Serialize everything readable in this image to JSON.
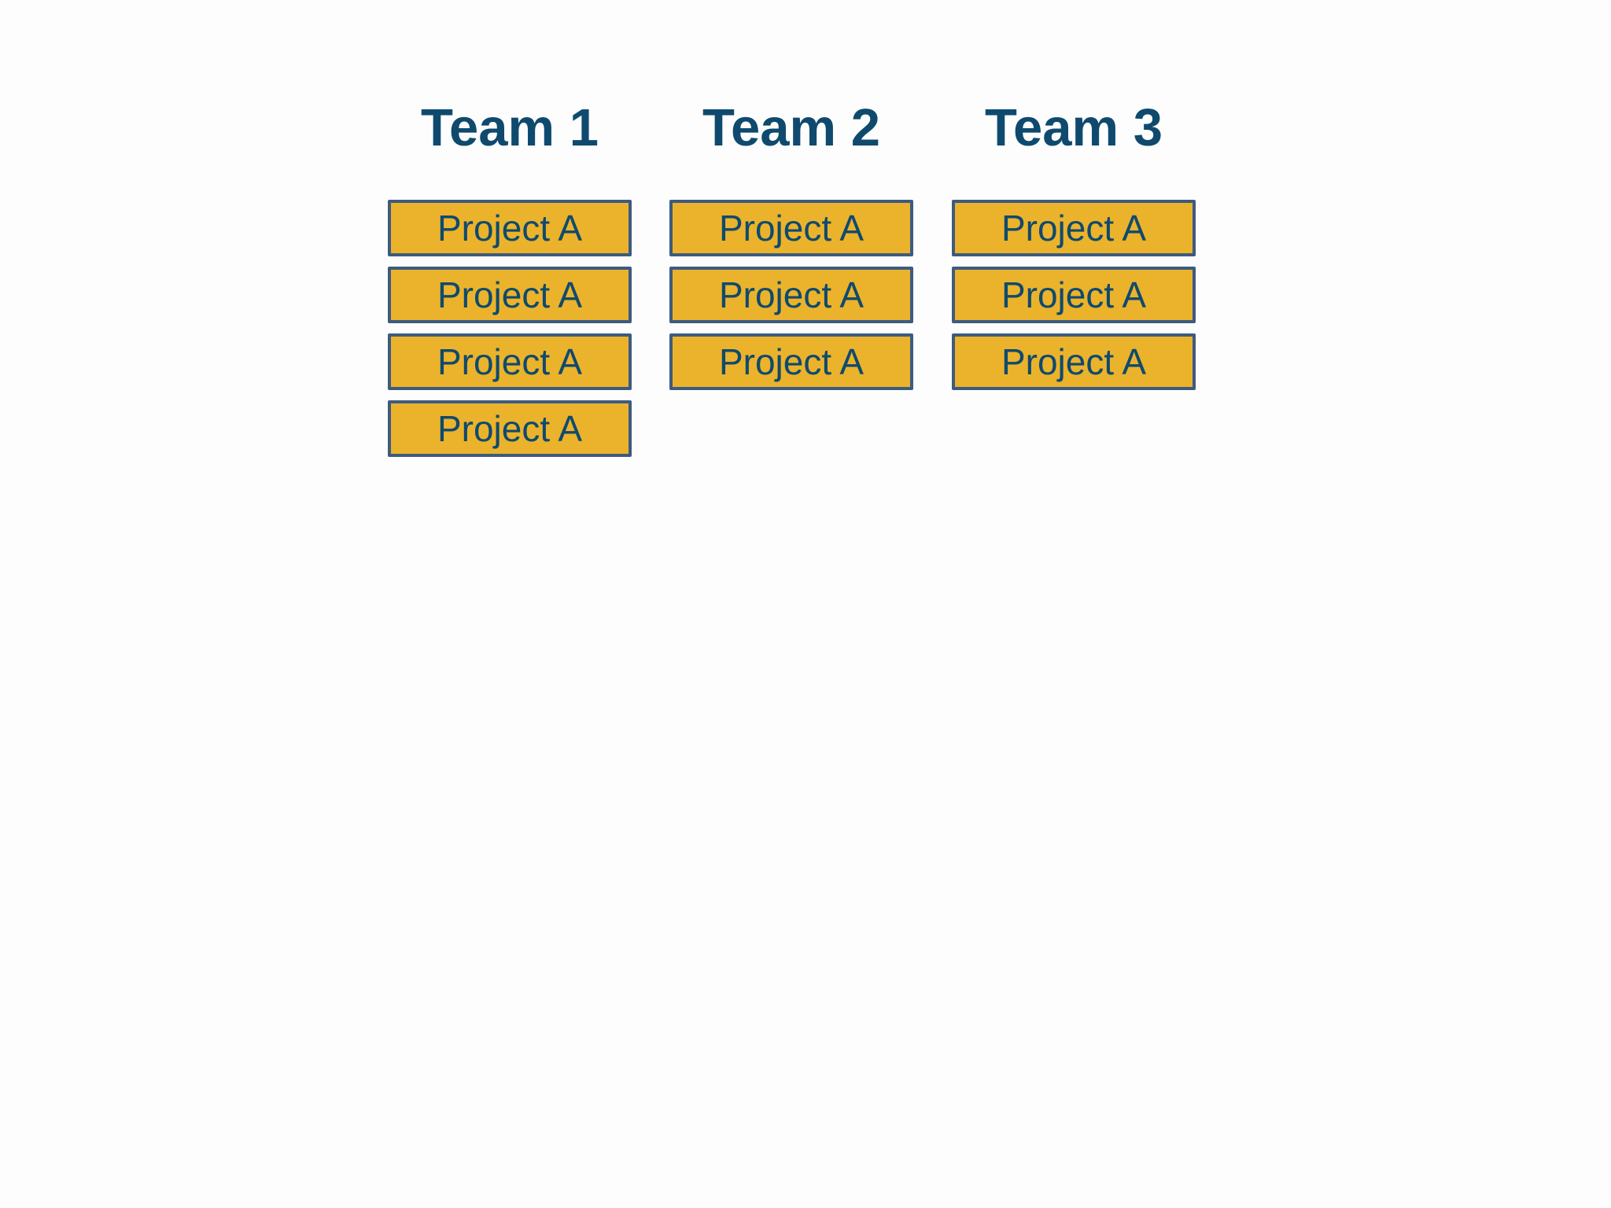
{
  "teams": [
    {
      "title": "Team 1",
      "projects": [
        "Project A",
        "Project A",
        "Project A",
        "Project A"
      ]
    },
    {
      "title": "Team 2",
      "projects": [
        "Project A",
        "Project A",
        "Project A"
      ]
    },
    {
      "title": "Team 3",
      "projects": [
        "Project A",
        "Project A",
        "Project A"
      ]
    }
  ],
  "colors": {
    "title_text": "#0f4a6e",
    "box_fill": "#ebb32b",
    "box_border": "#3d5b7f",
    "background": "#fdfdfd"
  }
}
